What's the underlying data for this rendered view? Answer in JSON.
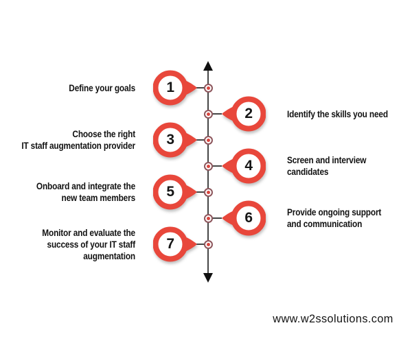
{
  "infographic": {
    "type": "vertical-timeline",
    "colors": {
      "badge_red": "#e8473b",
      "badge_red_dark": "#d63a30",
      "axis_line": "#454545",
      "arrow": "#101010",
      "dot_ring": "#8d565c",
      "dot_center": "#d9453e",
      "label_text": "#121212",
      "background": "#ffffff"
    },
    "axis": {
      "top_arrow": "up",
      "bottom_arrow": "down"
    },
    "items": [
      {
        "number": "1",
        "side": "left",
        "label_lines": [
          "Define your goals"
        ]
      },
      {
        "number": "2",
        "side": "right",
        "label_lines": [
          "Identify the skills you need"
        ]
      },
      {
        "number": "3",
        "side": "left",
        "label_lines": [
          "Choose the right",
          "IT staff augmentation provider"
        ]
      },
      {
        "number": "4",
        "side": "right",
        "label_lines": [
          "Screen and interview",
          "candidates"
        ]
      },
      {
        "number": "5",
        "side": "left",
        "label_lines": [
          "Onboard and integrate the",
          "new team members"
        ]
      },
      {
        "number": "6",
        "side": "right",
        "label_lines": [
          "Provide ongoing support",
          "and communication"
        ]
      },
      {
        "number": "7",
        "side": "left",
        "label_lines": [
          "Monitor and evaluate the",
          "success of your IT staff",
          "augmentation"
        ]
      }
    ]
  },
  "watermark": {
    "text": "www.w2ssolutions.com"
  }
}
